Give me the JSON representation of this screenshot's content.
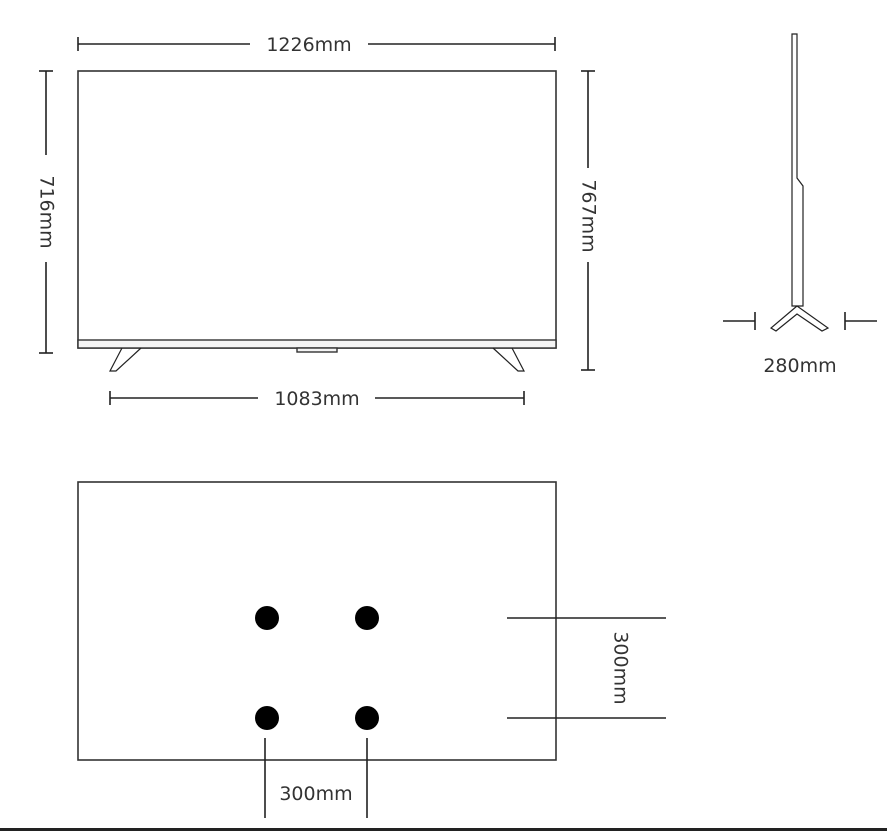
{
  "front_view": {
    "width_label": "1226mm",
    "height_label": "716mm",
    "total_height_label": "767mm",
    "stand_span_label": "1083mm"
  },
  "side_view": {
    "depth_label": "280mm"
  },
  "back_view": {
    "vesa_vertical_label": "300mm",
    "vesa_horizontal_label": "300mm"
  },
  "colors": {
    "stroke": "#222222",
    "text": "#333333",
    "hole": "#000000",
    "bottom_bar": "#f4f4f4"
  }
}
